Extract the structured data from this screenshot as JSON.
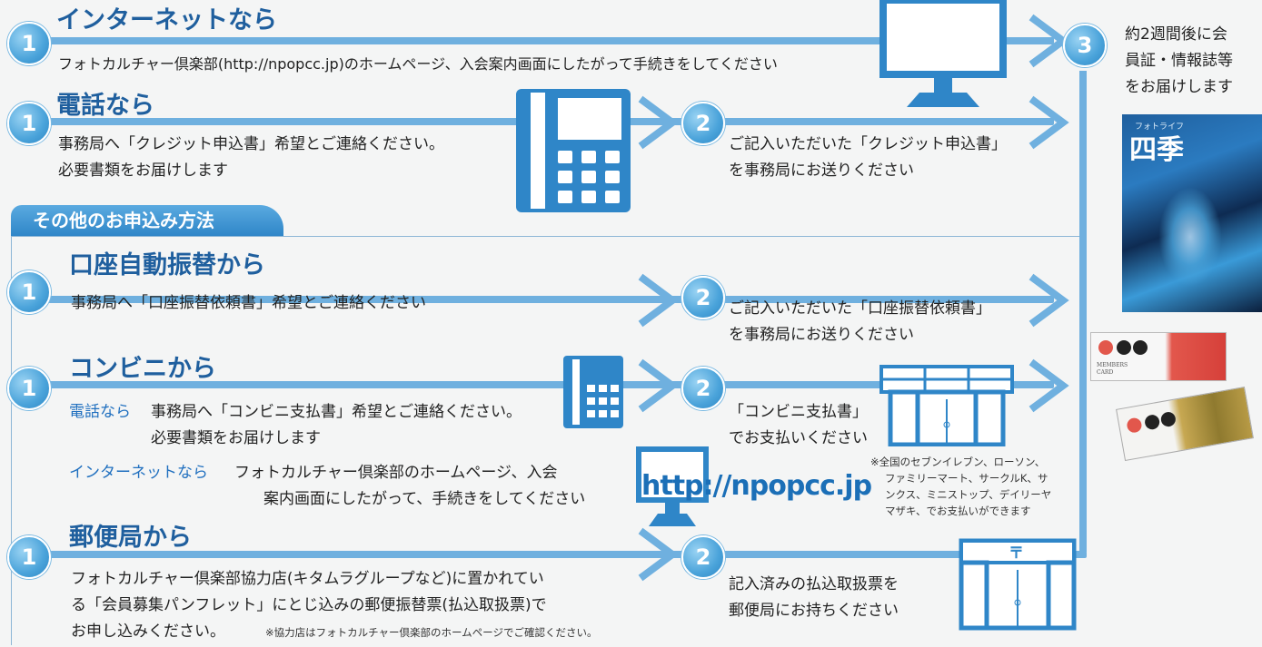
{
  "row_internet": {
    "number": "1",
    "title": "インターネットなら",
    "text": "フォトカルチャー倶楽部(http://npopcc.jp)のホームページ、入会案内画面にしたがって手続きをしてください"
  },
  "row_phone": {
    "number": "1",
    "title": "電話なら",
    "text_1": "事務局へ「クレジット申込書」希望とご連絡ください。",
    "text_2": "必要書類をお届けします",
    "step2_number": "2",
    "step2_text_1": "ご記入いただいた「クレジット申込書」",
    "step2_text_2": "を事務局にお送りください"
  },
  "step3": {
    "number": "3",
    "text_1": "約2週間後に会",
    "text_2": "員証・情報誌等",
    "text_3": "をお届けします"
  },
  "magazine": {
    "title": "四季",
    "subtitle": "フォトライフ"
  },
  "cards": {
    "label_1": "MEMBERS",
    "label_2": "CARD"
  },
  "other_methods": {
    "tab_label": "その他のお申込み方法"
  },
  "row_bank": {
    "number": "1",
    "title": "口座自動振替から",
    "text": "事務局へ「口座振替依頼書」希望とご連絡ください",
    "step2_number": "2",
    "step2_text_1": "ご記入いただいた「口座振替依頼書」",
    "step2_text_2": "を事務局にお送りください"
  },
  "row_conveni": {
    "number": "1",
    "title": "コンビニから",
    "phone_label": "電話なら",
    "phone_text_1": "事務局へ「コンビニ支払書」希望とご連絡ください。",
    "phone_text_2": "必要書類をお届けします",
    "net_label": "インターネットなら",
    "net_text_1": "フォトカルチャー倶楽部のホームページ、入会",
    "net_text_2": "案内画面にしたがって、手続きをしてください",
    "url": "http://npopcc.jp",
    "step2_number": "2",
    "step2_text_1": "「コンビニ支払書」",
    "step2_text_2": "でお支払いください",
    "note_1": "※全国のセブンイレブン、ローソン、",
    "note_2": "ファミリーマート、サークルK、サ",
    "note_3": "ンクス、ミニストップ、デイリーヤ",
    "note_4": "マザキ、でお支払いができます"
  },
  "row_post": {
    "number": "1",
    "title": "郵便局から",
    "text_1": "フォトカルチャー倶楽部協力店(キタムラグループなど)に置かれてい",
    "text_2": "る「会員募集パンフレット」にとじ込みの郵便振替票(払込取扱票)で",
    "text_3": "お申し込みください。",
    "note": "※協力店はフォトカルチャー倶楽部のホームページでご確認ください。",
    "step2_number": "2",
    "step2_text_1": "記入済みの払込取扱票を",
    "step2_text_2": "郵便局にお持ちください",
    "post_mark": "〒"
  }
}
